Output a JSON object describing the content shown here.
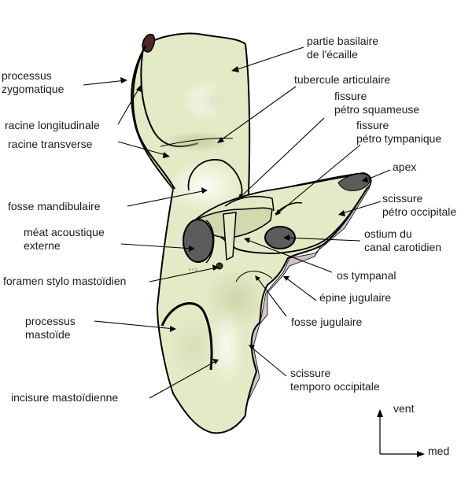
{
  "colors": {
    "bone": "#e4eac6",
    "bone_shadow": "#d2d9ad",
    "hole": "#5c5c5c",
    "tip": "#4a2a22",
    "suture": "#cfc3c6",
    "outline": "#000000"
  },
  "labels": {
    "processus_zygomatique": [
      "processus",
      "zygomatique"
    ],
    "racine_longitudinale": [
      "racine longitudinale"
    ],
    "racine_transverse": [
      "racine transverse"
    ],
    "fosse_mandibulaire": [
      "fosse mandibulaire"
    ],
    "meat_acoustique": [
      "méat acoustique",
      "externe"
    ],
    "foramen_stylo": [
      "foramen stylo mastoïdien"
    ],
    "processus_mastoide": [
      "processus",
      "mastoïde"
    ],
    "incisure_mastoidienne": [
      "incisure mastoïdienne"
    ],
    "partie_basilaire": [
      "partie basilaire",
      "de l'écaille"
    ],
    "tubercule_articulaire": [
      "tubercule articulaire"
    ],
    "fissure_petro_squameuse": [
      "fissure",
      "pétro squameuse"
    ],
    "fissure_petro_tympanique": [
      "fissure",
      "pétro tympanique"
    ],
    "apex": [
      "apex"
    ],
    "scissure_petro_occipitale": [
      "scissure",
      "pétro occipitale"
    ],
    "ostium_carotidien": [
      "ostium du",
      "canal carotidien"
    ],
    "os_tympanal": [
      "os tympanal"
    ],
    "epine_jugulaire": [
      "épine jugulaire"
    ],
    "fosse_jugulaire": [
      "fosse jugulaire"
    ],
    "scissure_temporo_occipitale": [
      "scissure",
      "temporo occipitale"
    ]
  },
  "orientation": {
    "vertical": "vent",
    "horizontal": "med"
  }
}
